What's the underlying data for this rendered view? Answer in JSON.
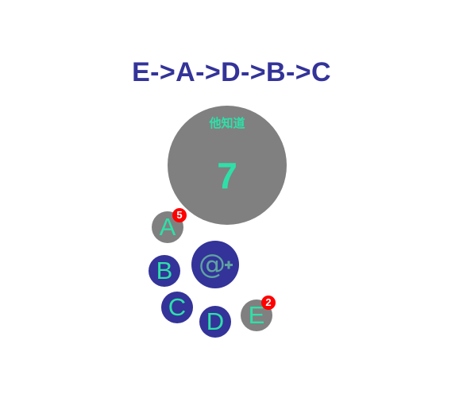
{
  "sequence": {
    "text": "E->A->D->B->C"
  },
  "main": {
    "label": "他知道",
    "count": "7",
    "color": "#808080"
  },
  "nodes": [
    {
      "label": "A",
      "state": "gray",
      "badge": "5"
    },
    {
      "label": "B",
      "state": "blue"
    },
    {
      "label": "C",
      "state": "blue"
    },
    {
      "label": "D",
      "state": "blue"
    },
    {
      "label": "E",
      "state": "gray",
      "badge": "2"
    }
  ],
  "at_button": {
    "icon": "at-plus-icon"
  },
  "colors": {
    "accent_text": "#2ee0a8",
    "blue": "#333399",
    "gray": "#808080",
    "badge": "#ff0000"
  }
}
